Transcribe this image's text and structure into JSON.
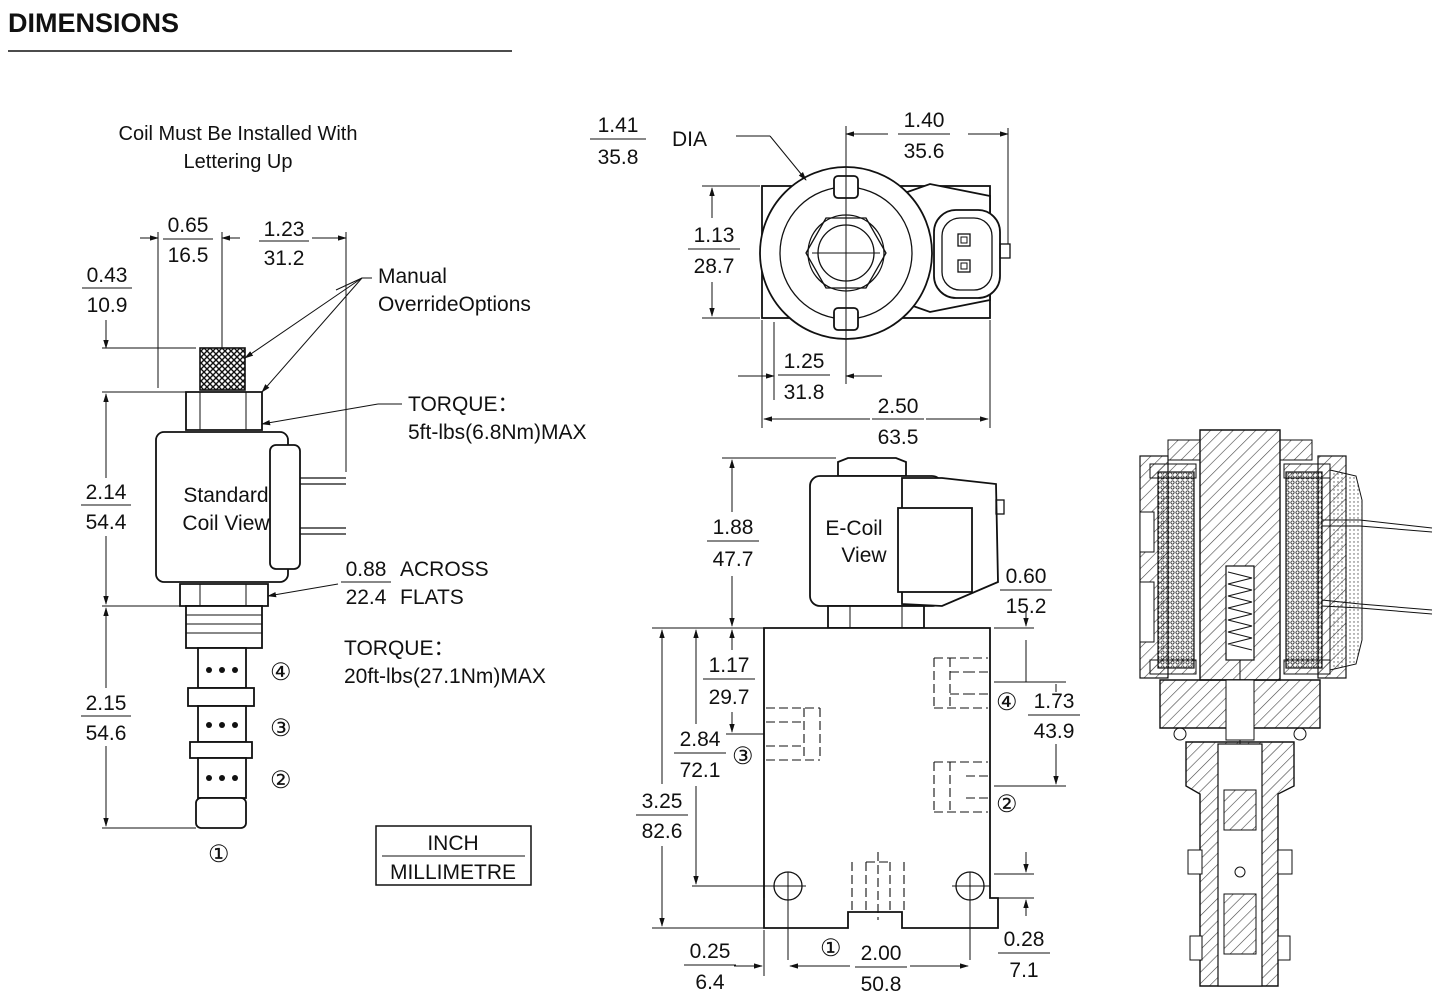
{
  "heading": "DIMENSIONS",
  "coil_note": [
    "Coil Must Be Installed With",
    "Lettering  Up"
  ],
  "manual_override": [
    "Manual",
    "OverrideOptions"
  ],
  "torque_nut": [
    "TORQUE：",
    "5ft-lbs(6.8Nm)MAX"
  ],
  "torque_body": [
    "TORQUE：",
    "20ft-lbs(27.1Nm)MAX"
  ],
  "across_flats": {
    "inch": "0.88",
    "mm": "22.4",
    "line1": "ACROSS",
    "line2": "FLATS"
  },
  "standard_coil": [
    "Standard",
    "Coil View"
  ],
  "e_coil": [
    "E-Coil",
    "View"
  ],
  "dia_label": "DIA",
  "legend": {
    "inch": "INCH",
    "mm": "MILLIMETRE"
  },
  "ports": [
    "①",
    "②",
    "③",
    "④"
  ],
  "dims": {
    "d_065": {
      "inch": "0.65",
      "mm": "16.5"
    },
    "d_123": {
      "inch": "1.23",
      "mm": "31.2"
    },
    "d_043": {
      "inch": "0.43",
      "mm": "10.9"
    },
    "d_214": {
      "inch": "2.14",
      "mm": "54.4"
    },
    "d_215": {
      "inch": "2.15",
      "mm": "54.6"
    },
    "d_141": {
      "inch": "1.41",
      "mm": "35.8"
    },
    "d_140": {
      "inch": "1.40",
      "mm": "35.6"
    },
    "d_113": {
      "inch": "1.13",
      "mm": "28.7"
    },
    "d_125": {
      "inch": "1.25",
      "mm": "31.8"
    },
    "d_250": {
      "inch": "2.50",
      "mm": "63.5"
    },
    "d_188": {
      "inch": "1.88",
      "mm": "47.7"
    },
    "d_060": {
      "inch": "0.60",
      "mm": "15.2"
    },
    "d_117": {
      "inch": "1.17",
      "mm": "29.7"
    },
    "d_173": {
      "inch": "1.73",
      "mm": "43.9"
    },
    "d_284": {
      "inch": "2.84",
      "mm": "72.1"
    },
    "d_325": {
      "inch": "3.25",
      "mm": "82.6"
    },
    "d_025": {
      "inch": "0.25",
      "mm": "6.4"
    },
    "d_200": {
      "inch": "2.00",
      "mm": "50.8"
    },
    "d_028": {
      "inch": "0.28",
      "mm": "7.1"
    }
  },
  "colors": {
    "ink": "#111111",
    "paper": "#ffffff",
    "hatch": "#444444"
  }
}
